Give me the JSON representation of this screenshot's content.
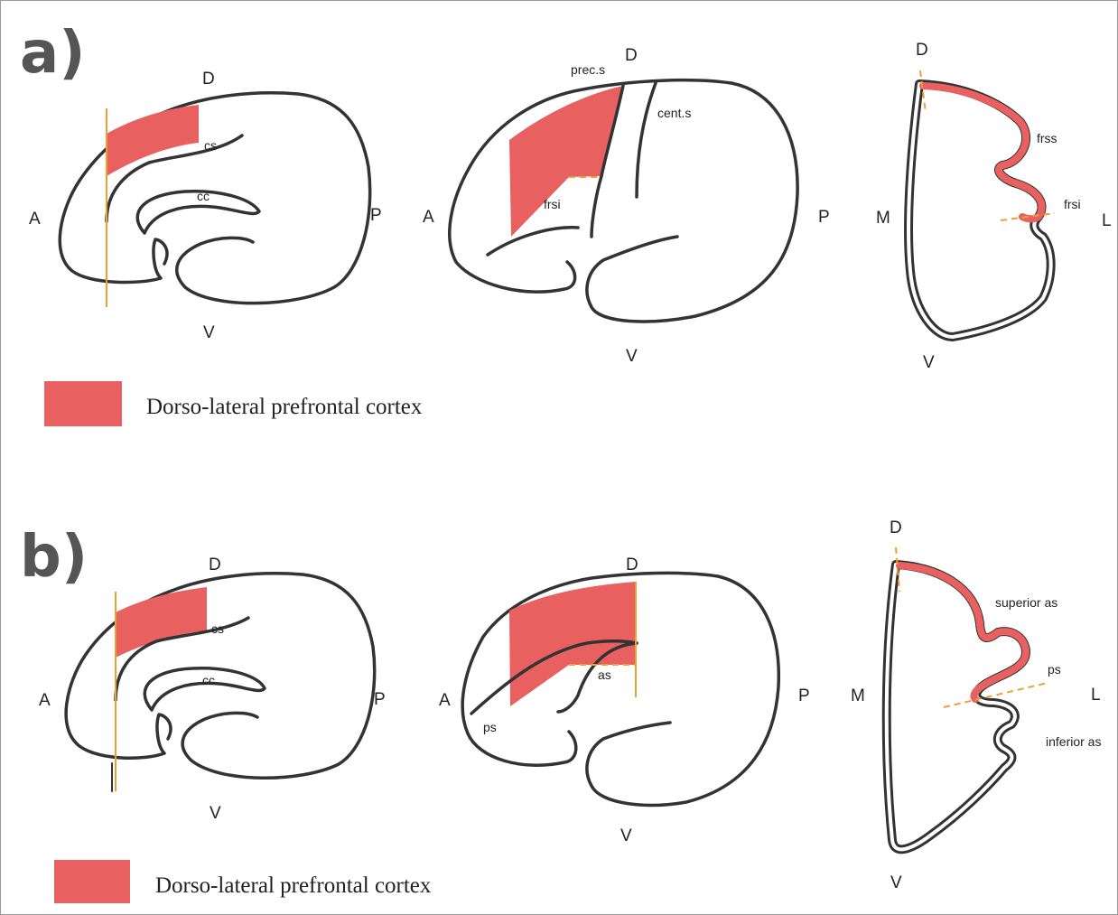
{
  "panels": {
    "a": {
      "letter": "a)",
      "left": {
        "D": "D",
        "A": "A",
        "P": "P",
        "V": "V",
        "cs": "cs",
        "cc": "cc"
      },
      "middle": {
        "D": "D",
        "A": "A",
        "P": "P",
        "V": "V",
        "prec": "prec.s",
        "cent": "cent.s",
        "frsi": "frsi"
      },
      "right": {
        "D": "D",
        "M": "M",
        "L": "L",
        "V": "V",
        "frss": "frss",
        "frsi": "frsi"
      },
      "legend": {
        "label": "Dorso-lateral prefrontal cortex",
        "color": "#e86060"
      }
    },
    "b": {
      "letter": "b)",
      "left": {
        "D": "D",
        "A": "A",
        "P": "P",
        "V": "V",
        "cs": "cs",
        "cc": "cc"
      },
      "middle": {
        "D": "D",
        "A": "A",
        "P": "P",
        "V": "V",
        "as": "as",
        "ps": "ps"
      },
      "right": {
        "D": "D",
        "M": "M",
        "L": "L",
        "V": "V",
        "superior": "superior as",
        "ps": "ps",
        "inferior": "inferior as"
      },
      "legend": {
        "label": "Dorso-lateral prefrontal cortex",
        "color": "#e86060"
      }
    }
  }
}
